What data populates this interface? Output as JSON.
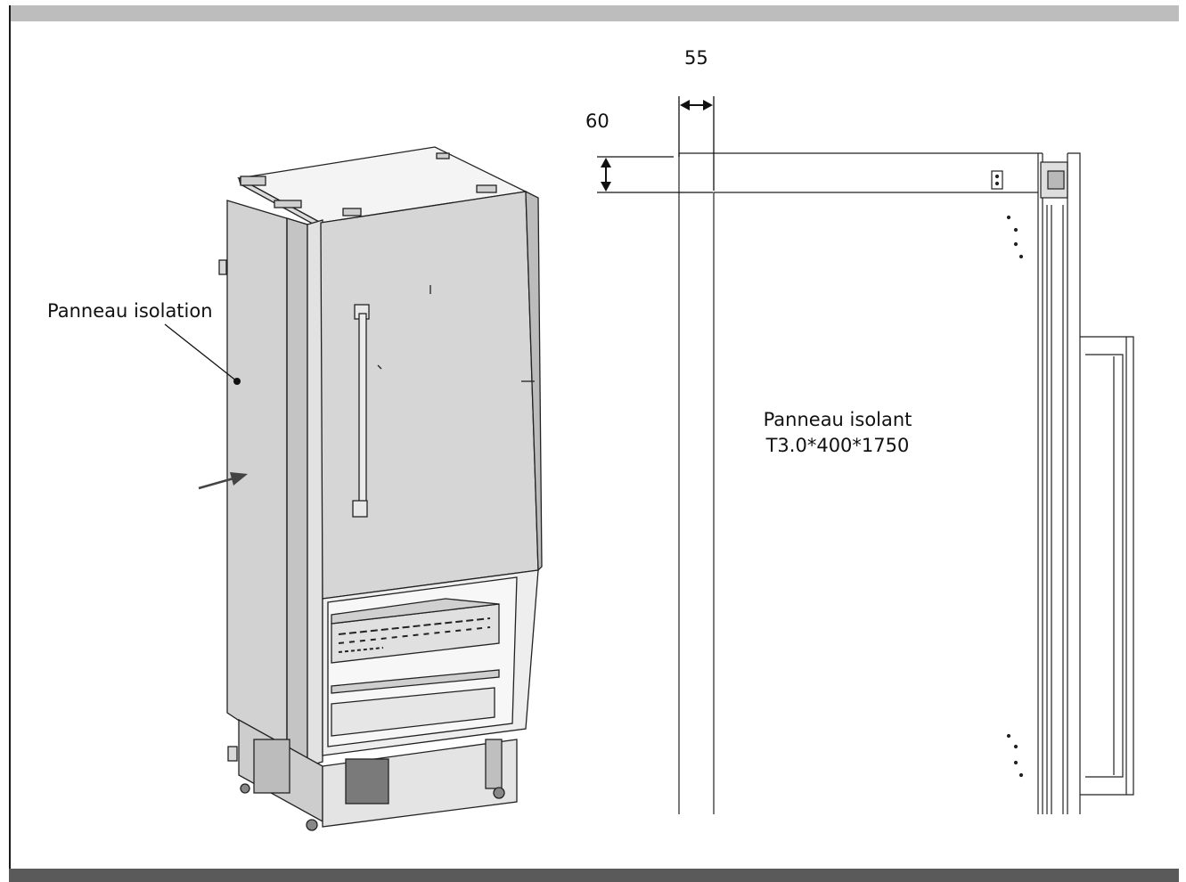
{
  "left_figure": {
    "label": "Panneau isolation"
  },
  "right_figure": {
    "dimension_horizontal": "55",
    "dimension_vertical": "60",
    "panel_label_line1": "Panneau isolant",
    "panel_label_line2": "T3.0*400*1750"
  },
  "colors": {
    "top_bar": "#bdbdbd",
    "bottom_bar": "#5a5a5a",
    "line": "#1a1a1a"
  }
}
